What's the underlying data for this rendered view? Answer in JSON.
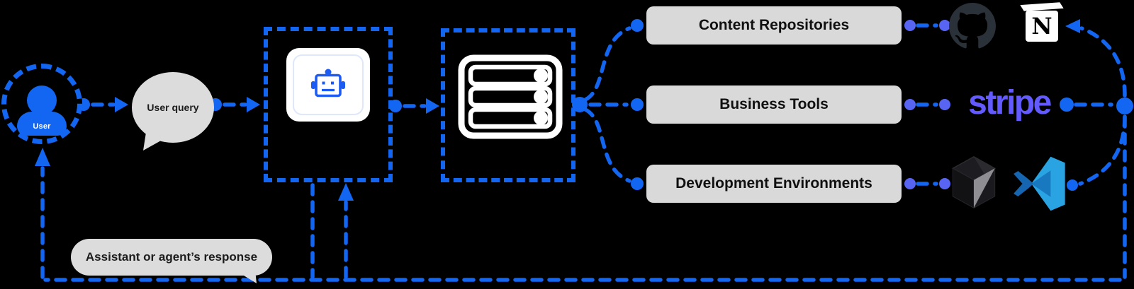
{
  "diagram": {
    "background": "#000000",
    "accent_blue": "#1266F2",
    "connector_indigo": "#5865F2",
    "user": {
      "label": "User"
    },
    "query_bubble": {
      "text": "User query"
    },
    "response_bubble": {
      "text": "Assistant or agent’s response"
    },
    "client_node": {
      "icon": "robot-icon"
    },
    "server_node": {
      "icon": "server-stack-icon"
    },
    "categories": [
      {
        "label": "Content Repositories",
        "integrations": [
          "github",
          "notion"
        ]
      },
      {
        "label": "Business Tools",
        "integrations": [
          "stripe"
        ]
      },
      {
        "label": "Development Environments",
        "integrations": [
          "cursor",
          "vscode"
        ]
      }
    ],
    "wordmarks": {
      "stripe": "stripe",
      "notion_letter": "N"
    },
    "colors": {
      "stripe_purple": "#635BFF",
      "github_dark": "#2B3138",
      "vscode_blue": "#29A3E2",
      "service_box_gray": "#D9D9D9",
      "bubble_gray": "#DCDCDC"
    }
  }
}
